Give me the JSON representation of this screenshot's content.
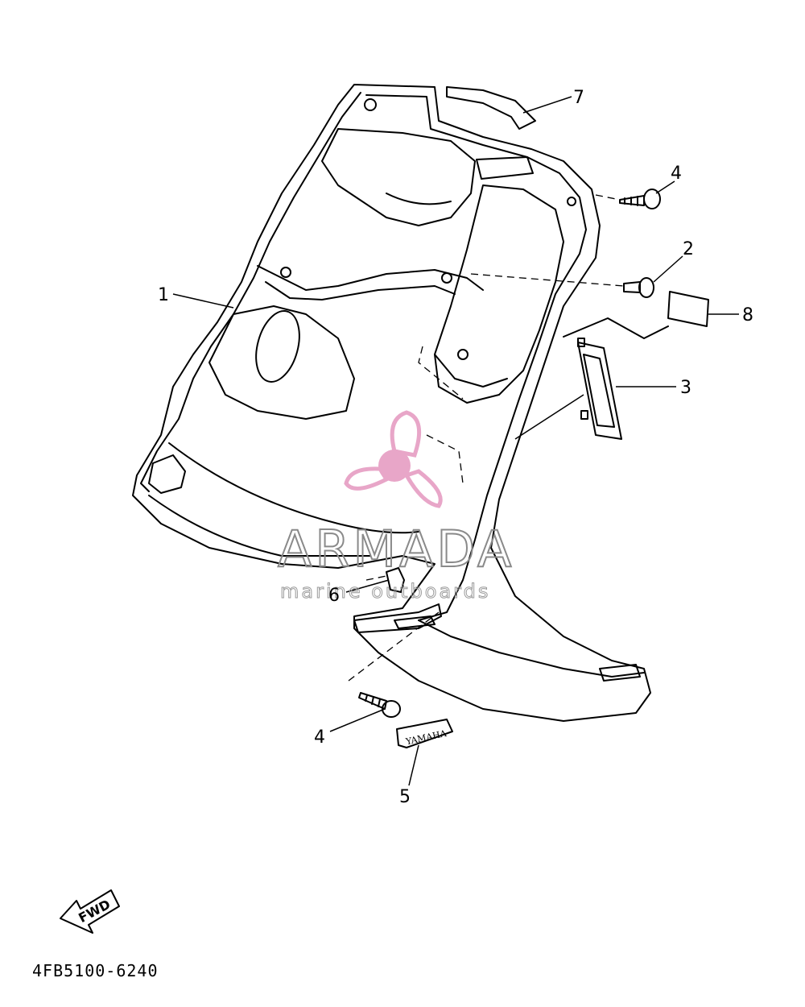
{
  "callouts": [
    {
      "id": "1",
      "label": "1"
    },
    {
      "id": "2",
      "label": "2"
    },
    {
      "id": "3",
      "label": "3"
    },
    {
      "id": "4",
      "label": "4"
    },
    {
      "id": "4b",
      "label": "4"
    },
    {
      "id": "5",
      "label": "5"
    },
    {
      "id": "6",
      "label": "6"
    },
    {
      "id": "7",
      "label": "7"
    },
    {
      "id": "8",
      "label": "8"
    }
  ],
  "part_code": "4FB5100-6240",
  "direction_label": "FWD",
  "emblem_text": "YAMAHA",
  "watermark": {
    "brand": "ARMADA",
    "tagline": "marine outboards",
    "color": "#e8a6c8"
  }
}
